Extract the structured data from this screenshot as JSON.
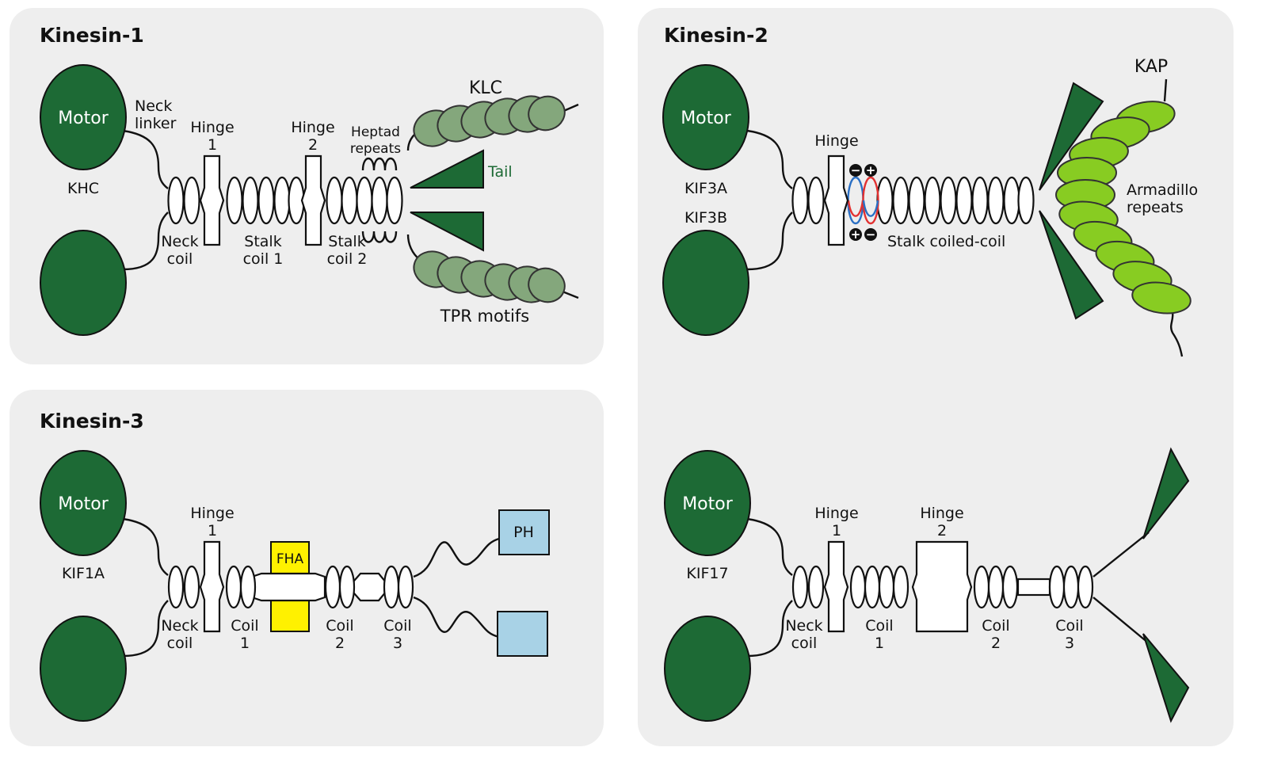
{
  "panels": {
    "kinesin1": {
      "title": "Kinesin-1",
      "motor": "Motor",
      "chain": "KHC",
      "neck_linker": [
        "Neck",
        "linker"
      ],
      "hinge1": [
        "Hinge",
        "1"
      ],
      "hinge2": [
        "Hinge",
        "2"
      ],
      "heptad": [
        "Heptad",
        "repeats"
      ],
      "klc": "KLC",
      "tail": "Tail",
      "neck_coil": [
        "Neck",
        "coil"
      ],
      "stalk1": [
        "Stalk",
        "coil 1"
      ],
      "stalk2": [
        "Stalk",
        "coil 2"
      ],
      "tpr": "TPR motifs"
    },
    "kinesin2": {
      "title": "Kinesin-2",
      "motor": "Motor",
      "chain_a": "KIF3A",
      "chain_b": "KIF3B",
      "hinge": "Hinge",
      "kap": "KAP",
      "armadillo": [
        "Armadillo",
        "repeats"
      ],
      "stalk": "Stalk coiled-coil",
      "charge_plus": "+",
      "charge_minus": "−"
    },
    "kinesin3": {
      "title": "Kinesin-3",
      "motor": "Motor",
      "chain": "KIF1A",
      "hinge1": [
        "Hinge",
        "1"
      ],
      "fha": "FHA",
      "ph": "PH",
      "neck_coil": [
        "Neck",
        "coil"
      ],
      "coil1": [
        "Coil",
        "1"
      ],
      "coil2": [
        "Coil",
        "2"
      ],
      "coil3": [
        "Coil",
        "3"
      ]
    },
    "kif17": {
      "motor": "Motor",
      "chain": "KIF17",
      "hinge1": [
        "Hinge",
        "1"
      ],
      "hinge2": [
        "Hinge",
        "2"
      ],
      "neck_coil": [
        "Neck",
        "coil"
      ],
      "coil1": [
        "Coil",
        "1"
      ],
      "coil2": [
        "Coil",
        "2"
      ],
      "coil3": [
        "Coil",
        "3"
      ]
    }
  },
  "colors": {
    "panel_bg": "#eeeeee",
    "motor": "#1d6a35",
    "klc": "#84a77c",
    "tail": "#1d6a35",
    "kap": "#88cc22",
    "fha": "#fff100",
    "ph": "#a8d2e6",
    "charge_red": "#e23131",
    "charge_blue": "#2a6fc4"
  }
}
